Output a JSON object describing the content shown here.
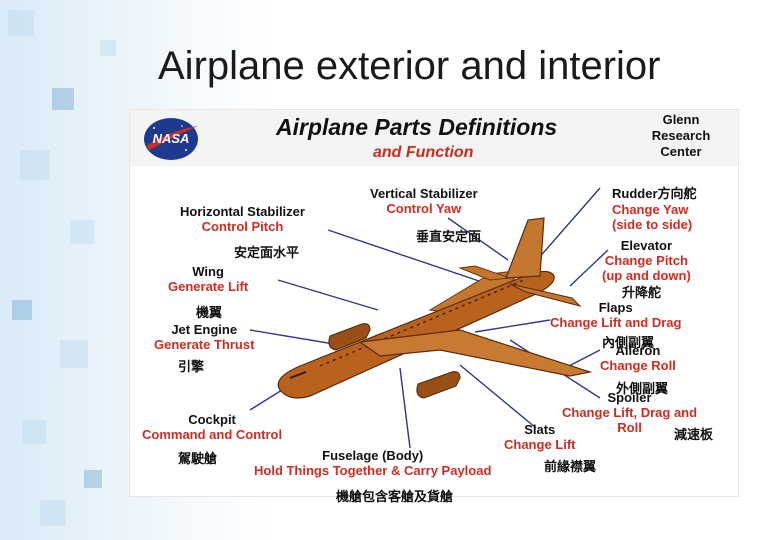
{
  "slide": {
    "title": "Airplane exterior and interior"
  },
  "panel": {
    "title": "Airplane Parts Definitions",
    "subtitle": "and Function",
    "org": [
      "Glenn",
      "Research",
      "Center"
    ],
    "logo_text": "NASA"
  },
  "colors": {
    "name": "#111111",
    "function": "#d22b20",
    "fuselage": "#b8621e",
    "leader": "#2b3a8c"
  },
  "parts": {
    "rudder": {
      "name": "Rudder",
      "zh": "方向舵",
      "function": [
        "Change Yaw",
        "(side to side)"
      ]
    },
    "vertical_stabilizer": {
      "name": "Vertical Stabilizer",
      "function": "Control Yaw",
      "zh": "垂直安定面"
    },
    "horizontal_stabilizer": {
      "name": "Horizontal Stabilizer",
      "function": "Control Pitch",
      "zh": "安定面水平"
    },
    "elevator": {
      "name": "Elevator",
      "function": [
        "Change Pitch",
        "(up and down)"
      ],
      "zh": "升降舵"
    },
    "wing": {
      "name": "Wing",
      "function": "Generate Lift",
      "zh": "機翼"
    },
    "flaps": {
      "name": "Flaps",
      "function": "Change Lift and Drag",
      "zh": "內側副翼"
    },
    "jet_engine": {
      "name": "Jet Engine",
      "function": "Generate Thrust",
      "zh": "引擎"
    },
    "aileron": {
      "name": "Aileron",
      "function": "Change Roll",
      "zh": "外側副翼"
    },
    "spoiler": {
      "name": "Spoiler",
      "function": [
        "Change Lift, Drag and",
        "Roll"
      ],
      "zh": "減速板"
    },
    "cockpit": {
      "name": "Cockpit",
      "function": "Command and Control",
      "zh": "駕駛艙"
    },
    "slats": {
      "name": "Slats",
      "function": "Change Lift",
      "zh": "前緣襟翼"
    },
    "fuselage": {
      "name": "Fuselage (Body)",
      "function": "Hold Things Together & Carry Payload",
      "zh": "機艙包含客艙及貨艙"
    }
  }
}
